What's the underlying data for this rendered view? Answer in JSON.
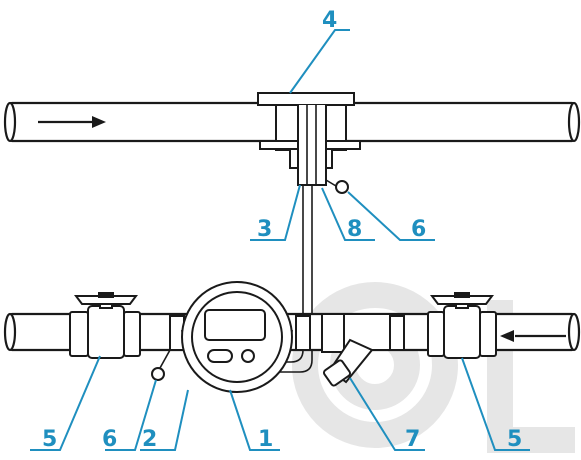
{
  "diagram": {
    "callouts": [
      {
        "id": "c4",
        "text": "4"
      },
      {
        "id": "c3",
        "text": "3"
      },
      {
        "id": "c8",
        "text": "8"
      },
      {
        "id": "c6_top",
        "text": "6"
      },
      {
        "id": "c5_left",
        "text": "5"
      },
      {
        "id": "c6_bottom",
        "text": "6"
      },
      {
        "id": "c2",
        "text": "2"
      },
      {
        "id": "c1",
        "text": "1"
      },
      {
        "id": "c7",
        "text": "7"
      },
      {
        "id": "c5_right",
        "text": "5"
      }
    ],
    "colors": {
      "callout": "#1f8fbf",
      "line": "#1a1a1a",
      "watermark": "#e6e6e6"
    },
    "flow_direction_icons": [
      "arrow-right-icon",
      "arrow-left-icon"
    ]
  }
}
